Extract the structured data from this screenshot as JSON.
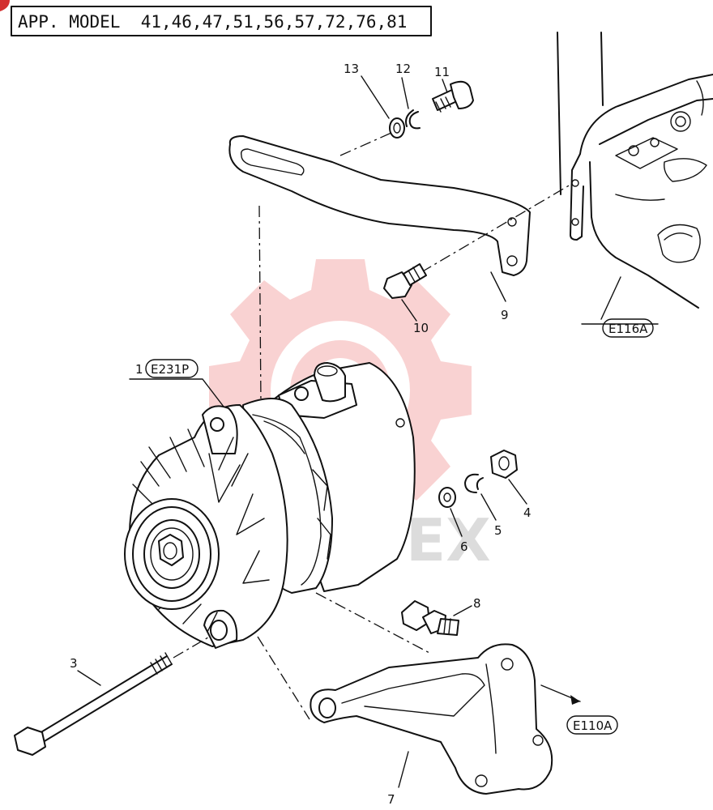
{
  "header": {
    "title": "APP. MODEL  41,46,47,51,56,57,72,76,81"
  },
  "parts": {
    "p1": "1",
    "p3": "3",
    "p4": "4",
    "p5": "5",
    "p6": "6",
    "p7": "7",
    "p8": "8",
    "p9": "9",
    "p10": "10",
    "p11": "11",
    "p12": "12",
    "p13": "13"
  },
  "refs": {
    "alternator": "E231P",
    "cylinder_head": "E116A",
    "bracket_lower": "E110A"
  },
  "watermark": {
    "text": "MHTEX",
    "color": "#e53935"
  },
  "colors": {
    "ink": "#111111",
    "background": "#ffffff"
  }
}
